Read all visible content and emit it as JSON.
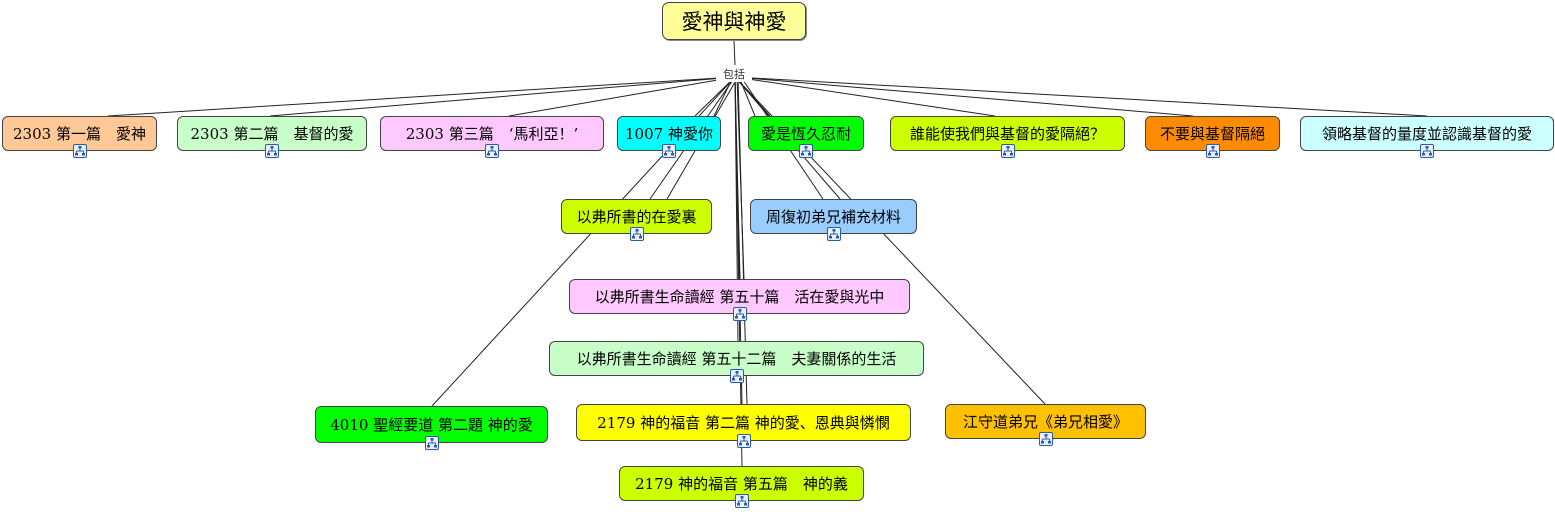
{
  "root": {
    "label": "愛神與神愛",
    "color": "#ffff99"
  },
  "hub_label": "包括",
  "nodes": [
    {
      "id": "n1",
      "label": "2303 第一篇　愛神",
      "color": "#ffc896"
    },
    {
      "id": "n2",
      "label": "2303 第二篇　基督的愛",
      "color": "#c8ffc8"
    },
    {
      "id": "n3",
      "label": "2303 第三篇　‘馬利亞！’",
      "color": "#ffc8ff"
    },
    {
      "id": "n4",
      "label": "1007 神愛你",
      "color": "#00ffff"
    },
    {
      "id": "n5",
      "label": "愛是恆久忍耐",
      "color": "#00ff00"
    },
    {
      "id": "n6",
      "label": "誰能使我們與基督的愛隔絕？",
      "color": "#ccff00"
    },
    {
      "id": "n7",
      "label": "不要與基督隔絕",
      "color": "#ff8c00"
    },
    {
      "id": "n8",
      "label": "領略基督的量度並認識基督的愛",
      "color": "#ccffff"
    },
    {
      "id": "n9",
      "label": "以弗所書的在愛裏",
      "color": "#ccff00"
    },
    {
      "id": "n10",
      "label": "周復初弟兄補充材料",
      "color": "#99ccff"
    },
    {
      "id": "n11",
      "label": "以弗所書生命讀經 第五十篇　活在愛與光中",
      "color": "#ffc8ff"
    },
    {
      "id": "n12",
      "label": "以弗所書生命讀經 第五十二篇　夫妻關係的生活",
      "color": "#c8ffc8"
    },
    {
      "id": "n13",
      "label": "4010 聖經要道 第二題 神的愛",
      "color": "#00ff00"
    },
    {
      "id": "n14",
      "label": "2179 神的福音 第二篇 神的愛、恩典與憐憫",
      "color": "#ffff00"
    },
    {
      "id": "n15",
      "label": "江守道弟兄《弟兄相愛》",
      "color": "#ffc000"
    },
    {
      "id": "n16",
      "label": "2179 神的福音 第五篇　神的義",
      "color": "#ccff00"
    }
  ]
}
